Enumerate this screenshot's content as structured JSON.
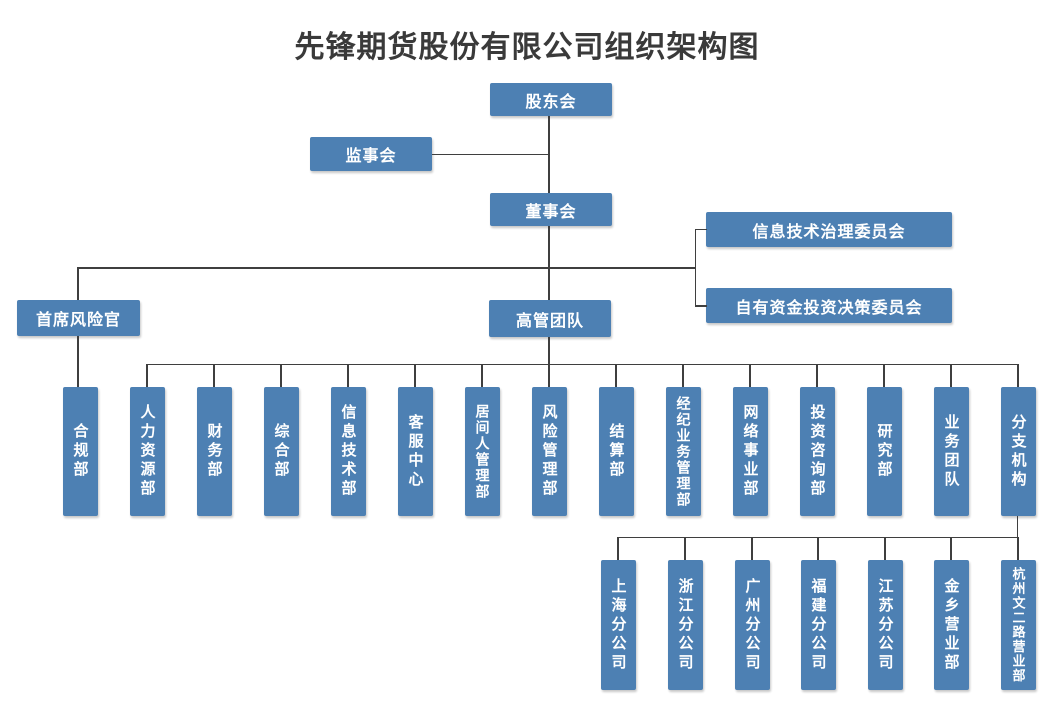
{
  "title": "先锋期货股份有限公司组织架构图",
  "nodes": {
    "shareholders": "股东会",
    "supervisory_board": "监事会",
    "board_of_directors": "董事会",
    "it_governance_committee": "信息技术治理委员会",
    "proprietary_investment_committee": "自有资金投资决策委员会",
    "chief_risk_officer": "首席风险官",
    "executive_team": "高管团队"
  },
  "departments": [
    "合规部",
    "人力资源部",
    "财务部",
    "综合部",
    "信息技术部",
    "客服中心",
    "居间人管理部",
    "风险管理部",
    "结算部",
    "经纪业务管理部",
    "网络事业部",
    "投资咨询部",
    "研究部",
    "业务团队",
    "分支机构"
  ],
  "branches": [
    "上海分公司",
    "浙江分公司",
    "广州分公司",
    "福建分公司",
    "江苏分公司",
    "金乡营业部",
    "杭州文二路营业部"
  ],
  "colors": {
    "box_fill": "#4d80b3",
    "box_text": "#ffffff",
    "connector": "#3f3f3f",
    "title_text": "#3a3a3a",
    "background": "#ffffff"
  }
}
